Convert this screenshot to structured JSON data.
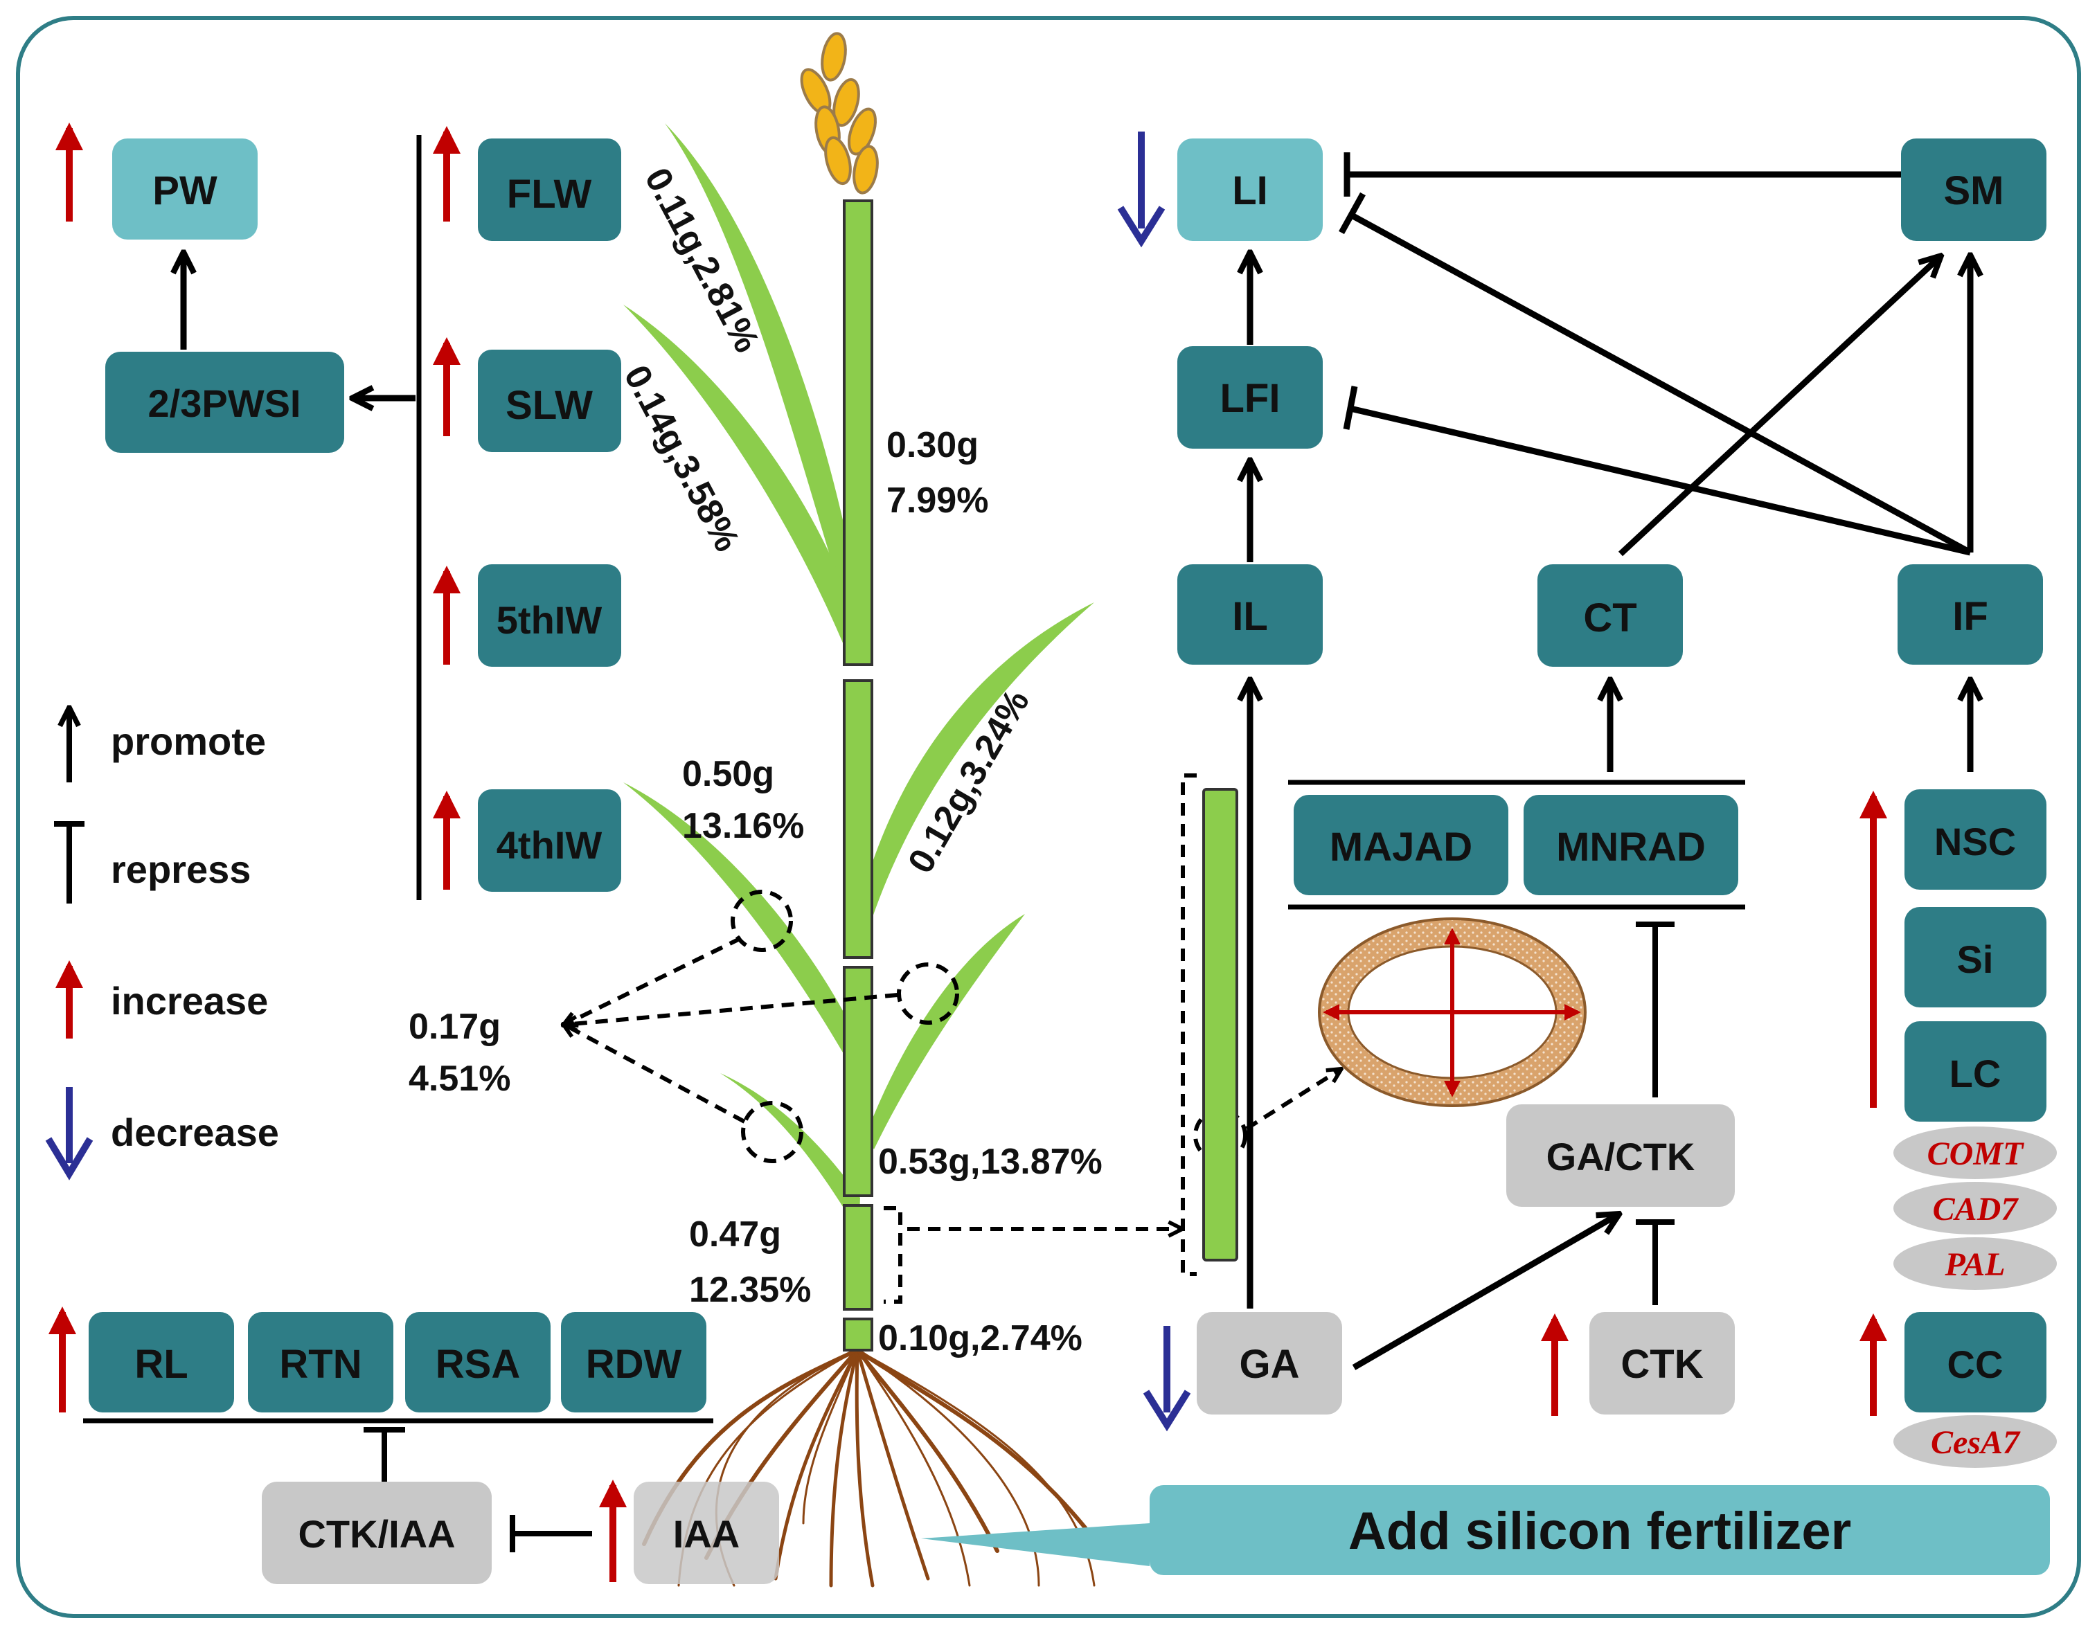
{
  "legend": {
    "promote": "promote",
    "repress": "repress",
    "increase": "increase",
    "decrease": "decrease"
  },
  "boxes": {
    "pw": "PW",
    "pwsi": "2/3PWSI",
    "flw": "FLW",
    "slw": "SLW",
    "iw5": "5thIW",
    "iw4": "4thIW",
    "li": "LI",
    "sm": "SM",
    "lfi": "LFI",
    "il": "IL",
    "ct": "CT",
    "if": "IF",
    "majad": "MAJAD",
    "mnrad": "MNRAD",
    "nsc": "NSC",
    "si": "Si",
    "lc": "LC",
    "ga_ctk": "GA/CTK",
    "ga": "GA",
    "ctk": "CTK",
    "cc": "CC",
    "rl": "RL",
    "rtn": "RTN",
    "rsa": "RSA",
    "rdw": "RDW",
    "ctk_iaa": "CTK/IAA",
    "iaa": "IAA"
  },
  "genes": {
    "comt": "COMT",
    "cad7": "CAD7",
    "pal": "PAL",
    "cesa7": "CesA7"
  },
  "plant_labels": {
    "flag_leaf": "0.11g,2.81%",
    "second_leaf": "0.14g,3.58%",
    "third_leaf": "0.12g,3.24%",
    "internode1_g": "0.30g",
    "internode1_pct": "7.99%",
    "internode2_g": "0.50g",
    "internode2_pct": "13.16%",
    "sheath_g": "0.17g",
    "sheath_pct": "4.51%",
    "internode3": "0.53g,13.87%",
    "internode4_g": "0.47g",
    "internode4_pct": "12.35%",
    "internode5": "0.10g,2.74%"
  },
  "banner": "Add silicon fertilizer",
  "colors": {
    "teal": "#2e7d86",
    "light_teal": "#6ebfc6",
    "grey": "#c8c8c8",
    "green": "#8ccd4c",
    "red": "#c00000",
    "blue": "#2b2f95",
    "root": "#8b4513",
    "panicle": "#f2b418",
    "border": "#2e7d86"
  }
}
